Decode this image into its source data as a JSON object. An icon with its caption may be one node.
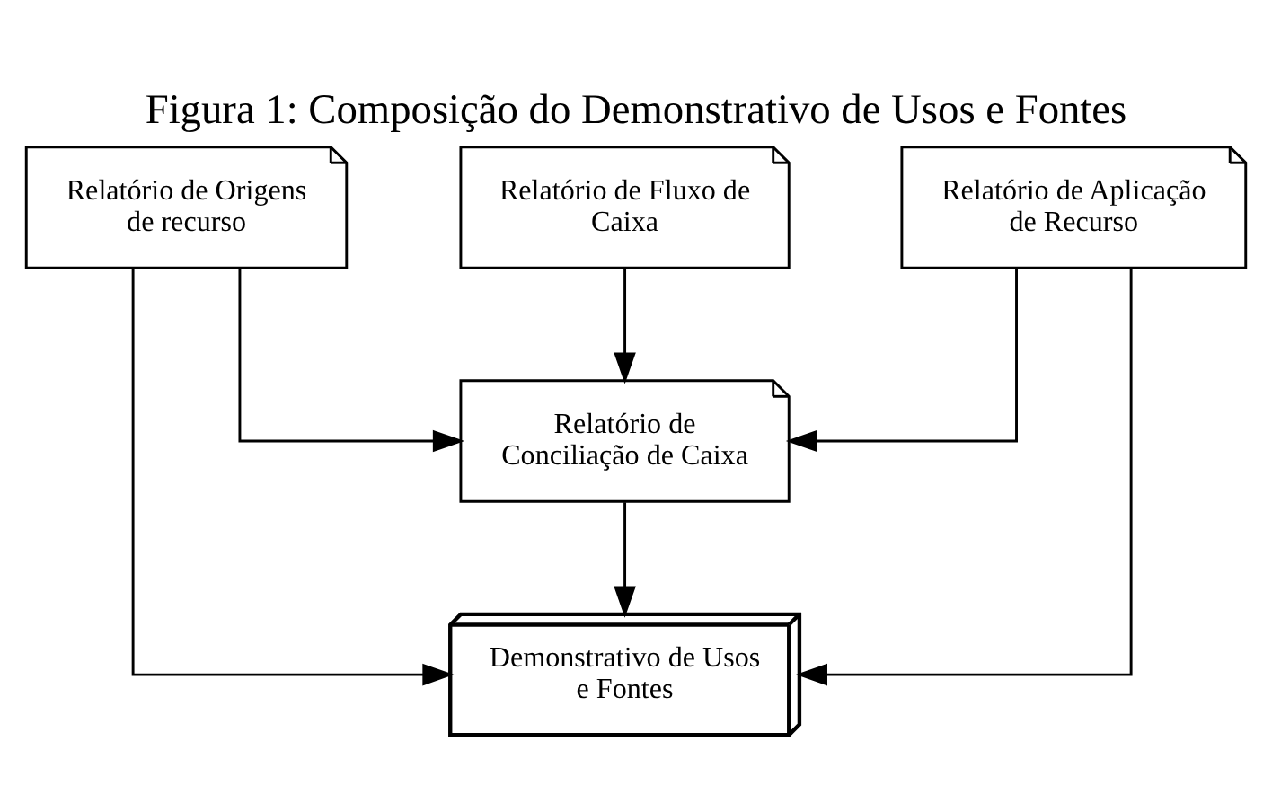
{
  "diagram": {
    "title": "Figura 1: Composição do Demonstrativo de Usos e Fontes",
    "nodes": [
      {
        "text": [
          "Relatório de Origens de recurso"
        ]
      },
      {
        "text": [
          "Relatório de Fluxo de Caixa"
        ]
      },
      {
        "text": [
          "Relatório de Aplicação de Recurso"
        ]
      },
      {
        "text": [
          "Relatório de Conciliação de Caixa"
        ]
      },
      {
        "text": [
          "Demonstrativo de Usos e Fontes"
        ]
      }
    ],
    "edges": [
      {
        "from": 1,
        "to": 3,
        "arrow": "to"
      },
      {
        "from": 0,
        "to": 3,
        "arrow": "to"
      },
      {
        "from": 2,
        "to": 3,
        "arrow": "to"
      },
      {
        "from": 3,
        "to": 4,
        "arrow": "to"
      },
      {
        "from": 0,
        "to": 4,
        "arrow": "to"
      },
      {
        "from": 2,
        "to": 4,
        "arrow": "to"
      }
    ]
  }
}
